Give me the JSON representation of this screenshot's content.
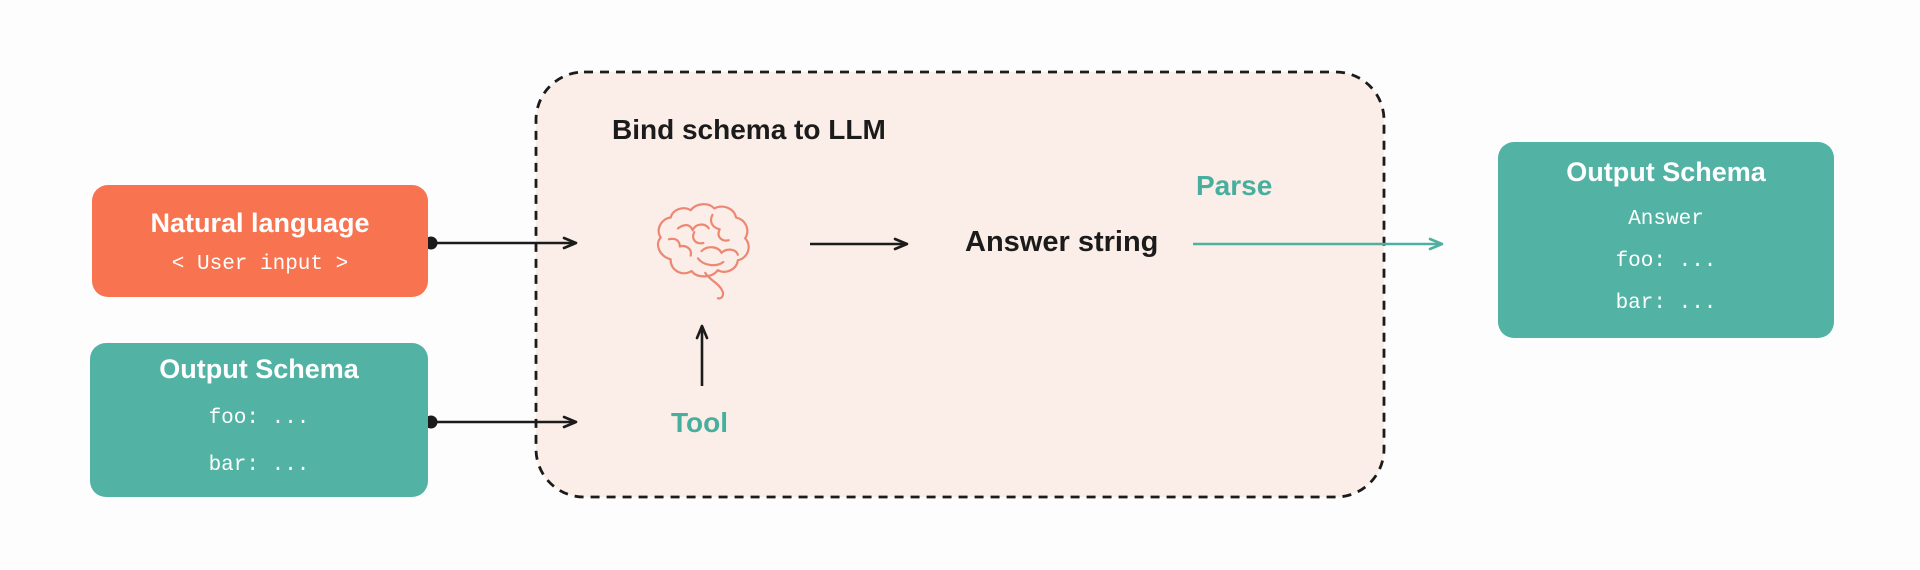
{
  "diagram": {
    "boxes": {
      "natural_language": {
        "title": "Natural language",
        "code_line": "< User input >"
      },
      "left_schema": {
        "title": "Output Schema",
        "lines": [
          "foo: ...",
          "bar: ..."
        ]
      },
      "right_schema": {
        "title": "Output Schema",
        "lines": [
          "Answer",
          "foo: ...",
          "bar: ..."
        ]
      }
    },
    "container": {
      "title": "Bind schema to LLM",
      "answer_label": "Answer string",
      "parse_label": "Parse",
      "tool_label": "Tool"
    },
    "icons": {
      "brain": "brain-icon"
    },
    "colors": {
      "coral_box": "#F87450",
      "teal_box": "#52B3A4",
      "pink_container_fill": "#FBEDE7",
      "dashed_border": "#1B1B1B",
      "black_arrow": "#1B1B1B",
      "teal_accent_text": "#47AF9E",
      "teal_arrow": "#4FB0A1",
      "brain_stroke": "#ED8772",
      "page_background": "#FDFDFD",
      "box_text": "#FFFFFF"
    }
  }
}
